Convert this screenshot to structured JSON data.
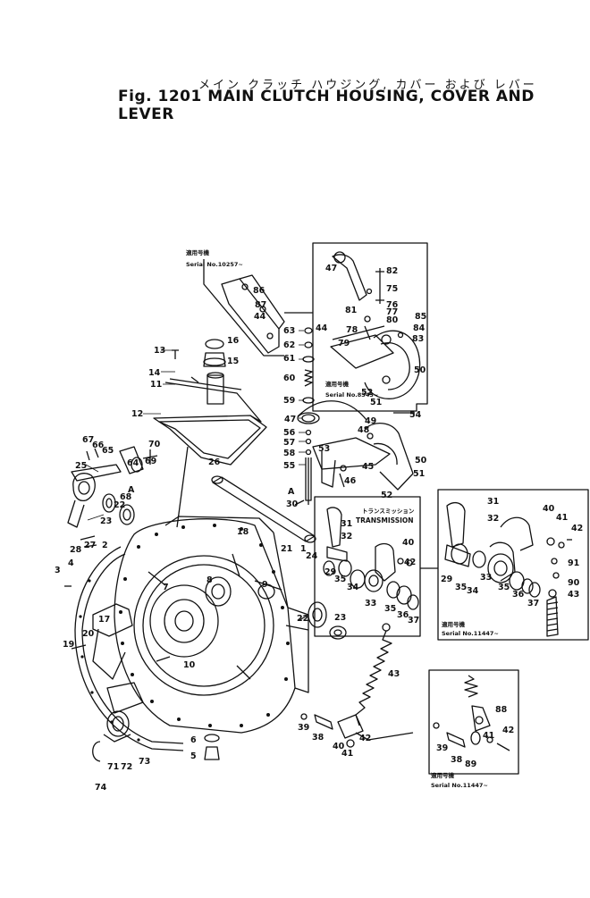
{
  "title_jp": "メイン クラッチ ハウジング, カバー および レバー",
  "title_en": "Fig. 1201 MAIN CLUTCH HOUSING, COVER AND LEVER",
  "notes": {
    "serial_top_jp": "適用号機",
    "serial_top": "Serial No.10257~",
    "serial_mid": "Serial No.8343~",
    "serial_mid_jp": "適用号機",
    "transmission_jp": "トランスミッション",
    "transmission": "TRANSMISSION",
    "serial_right_jp": "適用号機",
    "serial_right": "Serial No.11447~",
    "serial_bottom_jp": "適用号機",
    "serial_bottom": "Serial No.11447~"
  },
  "callouts": [
    "1",
    "2",
    "3",
    "4",
    "5",
    "6",
    "7",
    "8",
    "9",
    "10",
    "11",
    "12",
    "13",
    "14",
    "15",
    "16",
    "17",
    "18",
    "19",
    "20",
    "21",
    "22",
    "22",
    "23",
    "23",
    "24",
    "25",
    "26",
    "27",
    "28",
    "29",
    "29",
    "30",
    "31",
    "31",
    "32",
    "32",
    "33",
    "33",
    "34",
    "34",
    "35",
    "35",
    "35",
    "35",
    "36",
    "36",
    "37",
    "37",
    "38",
    "38",
    "39",
    "39",
    "40",
    "40",
    "40",
    "41",
    "41",
    "41",
    "42",
    "42",
    "42",
    "42",
    "43",
    "43",
    "44",
    "44",
    "45",
    "46",
    "47",
    "47",
    "48",
    "49",
    "50",
    "50",
    "51",
    "51",
    "52",
    "52",
    "53",
    "54",
    "55",
    "56",
    "57",
    "58",
    "59",
    "60",
    "61",
    "62",
    "63",
    "64",
    "65",
    "66",
    "67",
    "68",
    "69",
    "70",
    "71",
    "72",
    "73",
    "74",
    "75",
    "76",
    "77",
    "78",
    "79",
    "80",
    "81",
    "82",
    "83",
    "84",
    "85",
    "86",
    "87",
    "88",
    "89",
    "90",
    "91",
    "A",
    "A"
  ]
}
